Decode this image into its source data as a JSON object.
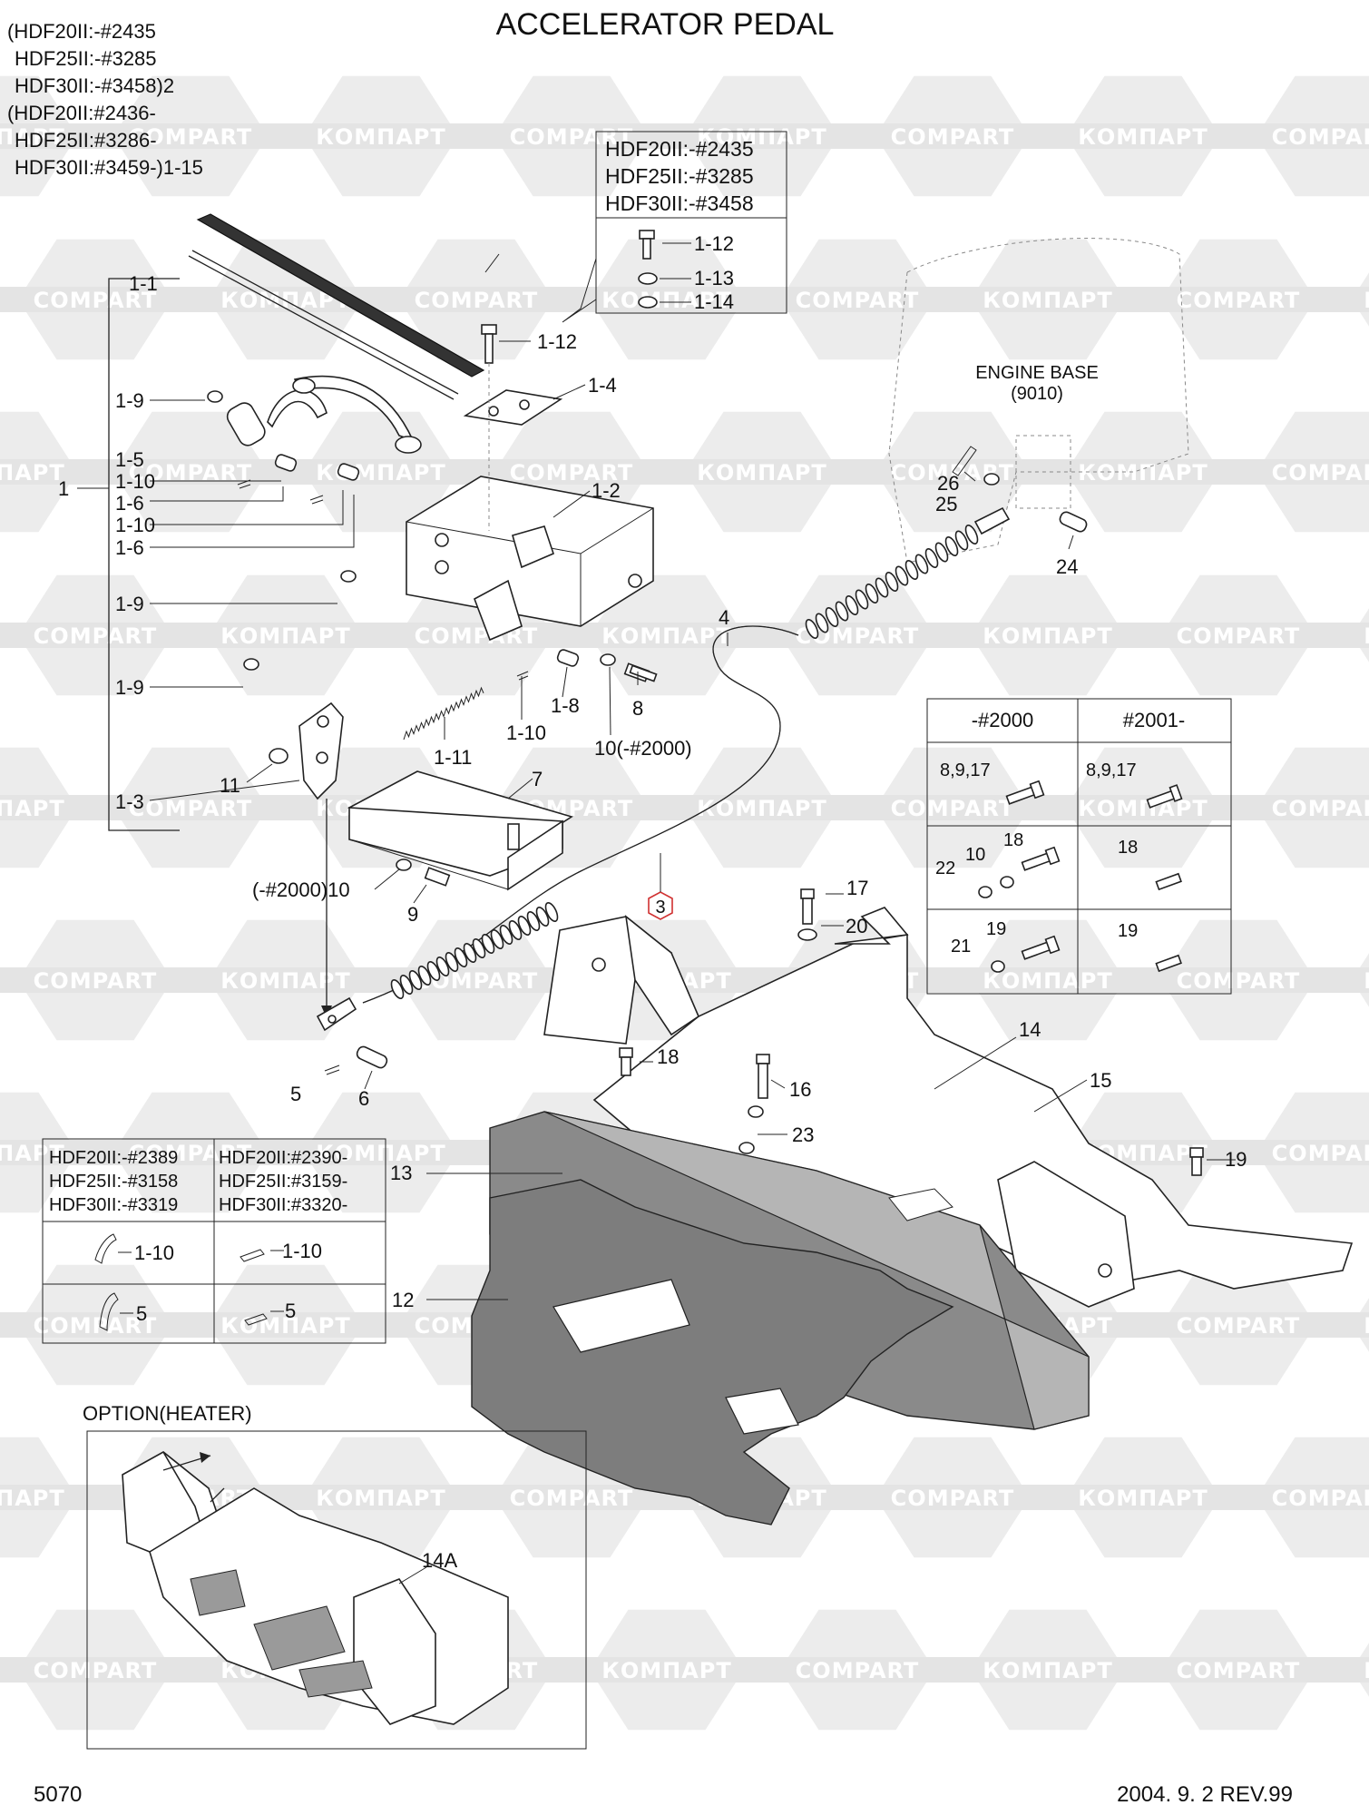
{
  "title": "ACCELERATOR PEDAL",
  "applicability_note": {
    "lines": [
      "(HDF20II:-#2435",
      "HDF25II:-#3285",
      "HDF30II:-#3458)2",
      "(HDF20II:#2436-",
      "HDF25II:#3286-",
      "HDF30II:#3459-)1-15"
    ]
  },
  "inset_bolt_box": {
    "header": [
      "HDF20II:-#2435",
      "HDF25II:-#3285",
      "HDF30II:-#3458"
    ],
    "items": [
      "1-12",
      "1-13",
      "1-14"
    ]
  },
  "engine_base": {
    "label": "ENGINE BASE",
    "ref": "(9010)"
  },
  "callouts": {
    "c1": "1",
    "c1_1": "1-1",
    "c1_9a": "1-9",
    "c1_5": "1-5",
    "c1_10a": "1-10",
    "c1_6a": "1-6",
    "c1_10b": "1-10",
    "c1_6b": "1-6",
    "c1_9b": "1-9",
    "c1_9c": "1-9",
    "c1_3": "1-3",
    "c1_12": "1-12",
    "c1_4": "1-4",
    "c1_2": "1-2",
    "c1_8": "1-8",
    "c1_10c": "1-10",
    "c1_11": "1-11",
    "c8": "8",
    "c10a": "10(-#2000)",
    "c7": "7",
    "c11": "11",
    "c10b": "(-#2000)10",
    "c9": "9",
    "c3": "3",
    "c4": "4",
    "c26": "26",
    "c25": "25",
    "c24": "24",
    "c17": "17",
    "c20": "20",
    "c5": "5",
    "c6": "6",
    "c18": "18",
    "c16": "16",
    "c14": "14",
    "c15": "15",
    "c23": "23",
    "c13": "13",
    "c19": "19",
    "c12": "12",
    "c14a": "14A"
  },
  "serial_table": {
    "headers": [
      "-#2000",
      "#2001-"
    ],
    "rows": [
      {
        "left": [
          "8,9,17"
        ],
        "right": [
          "8,9,17"
        ]
      },
      {
        "left": [
          "18",
          "22",
          "10"
        ],
        "right": [
          "18"
        ]
      },
      {
        "left": [
          "19",
          "21"
        ],
        "right": [
          "19"
        ]
      }
    ]
  },
  "model_table": {
    "headers": [
      [
        "HDF20II:-#2389",
        "HDF25II:-#3158",
        "HDF30II:-#3319"
      ],
      [
        "HDF20II:#2390-",
        "HDF25II:#3159-",
        "HDF30II:#3320-"
      ]
    ],
    "rows": [
      {
        "left": "1-10",
        "right": "1-10"
      },
      {
        "left": "5",
        "right": "5"
      }
    ]
  },
  "option": {
    "label": "OPTION(HEATER)"
  },
  "watermarks": [
    "КОМПАРТ",
    "COMPART"
  ],
  "footer": {
    "page": "5070",
    "revision": "2004. 9. 2 REV.99"
  }
}
